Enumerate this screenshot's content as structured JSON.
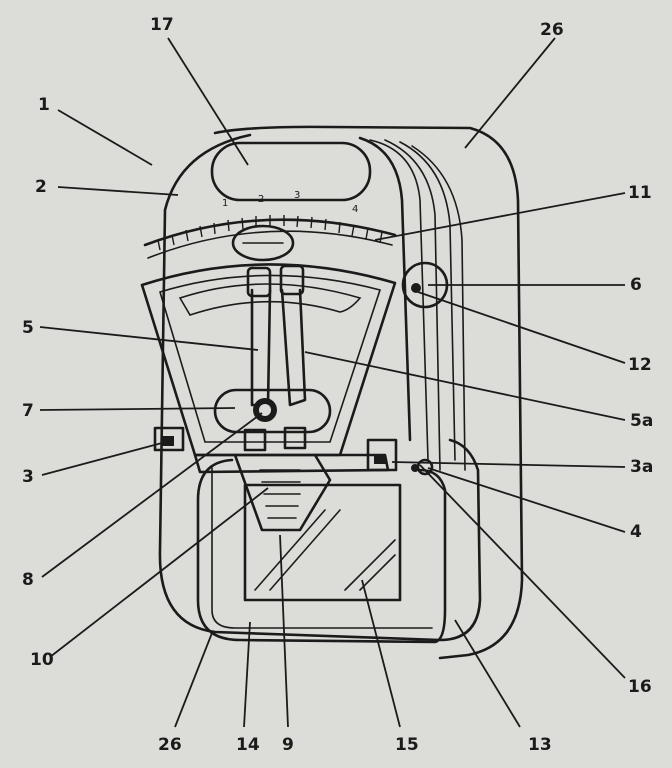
{
  "scale_numbers": [
    "1",
    "2",
    "3",
    "4"
  ],
  "callouts": [
    {
      "id": "1",
      "label": "1"
    },
    {
      "id": "2",
      "label": "2"
    },
    {
      "id": "3",
      "label": "3"
    },
    {
      "id": "3a",
      "label": "3a"
    },
    {
      "id": "4",
      "label": "4"
    },
    {
      "id": "5",
      "label": "5"
    },
    {
      "id": "5a",
      "label": "5a"
    },
    {
      "id": "6",
      "label": "6"
    },
    {
      "id": "7",
      "label": "7"
    },
    {
      "id": "8",
      "label": "8"
    },
    {
      "id": "9",
      "label": "9"
    },
    {
      "id": "10",
      "label": "10"
    },
    {
      "id": "11",
      "label": "11"
    },
    {
      "id": "12",
      "label": "12"
    },
    {
      "id": "13",
      "label": "13"
    },
    {
      "id": "14",
      "label": "14"
    },
    {
      "id": "15",
      "label": "15"
    },
    {
      "id": "16",
      "label": "16"
    },
    {
      "id": "17",
      "label": "17"
    },
    {
      "id": "26a",
      "label": "26"
    },
    {
      "id": "26b",
      "label": "26"
    }
  ]
}
